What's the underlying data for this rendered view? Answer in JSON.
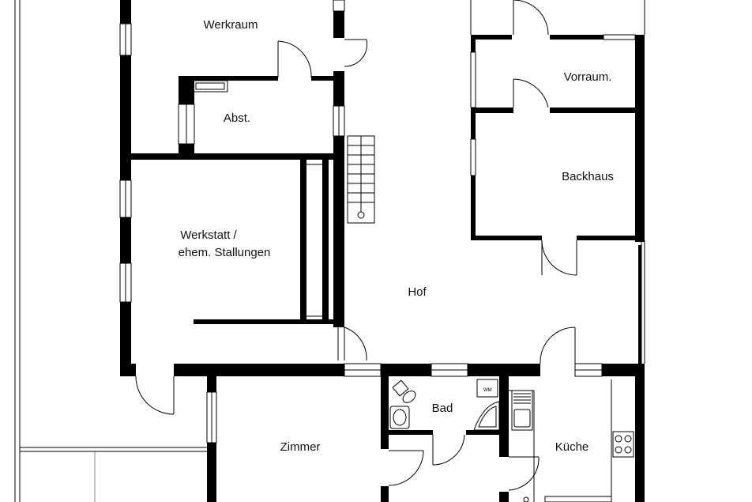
{
  "rooms": {
    "werkraum": "Werkraum",
    "abst": "Abst.",
    "vorraum": "Vorraum.",
    "backhaus": "Backhaus",
    "werkstatt_line1": "Werkstatt /",
    "werkstatt_line2": "ehem. Stallungen",
    "hof": "Hof",
    "bad": "Bad",
    "zimmer": "Zimmer",
    "kueche": "Küche"
  },
  "colors": {
    "wall": "#000000",
    "line": "#000000",
    "background": "#ffffff"
  }
}
